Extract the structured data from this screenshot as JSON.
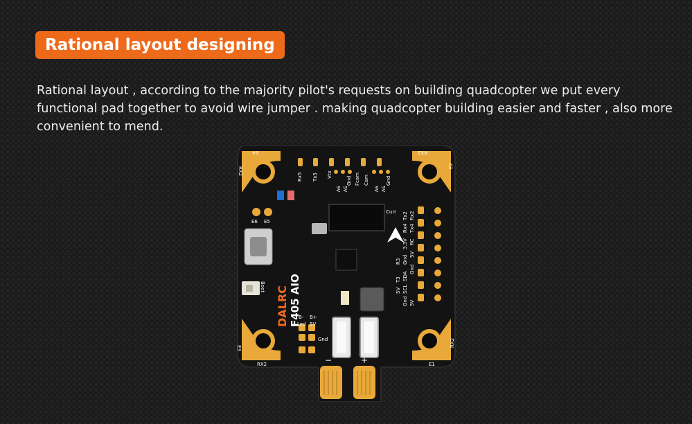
{
  "header": {
    "title": "Rational layout designing"
  },
  "description": "Rational layout , according to the majority pilot's requests on building quadcopter we put every functional pad together to avoid wire jumper . making quadcopter building easier and faster , also more convenient to mend.",
  "board": {
    "brand": "DALRC",
    "model": "F405 AIO",
    "pad_labels": {
      "top": [
        "Rx5",
        "Tx5",
        "Vtx",
        "9V",
        "5V",
        "Gnd",
        "Fcam",
        "Cam",
        "9V",
        "5V",
        "Gnd"
      ],
      "right": [
        "Rx2",
        "Tx4",
        "Tx2",
        "Rx4",
        "RC",
        "3.3V",
        "Gnd",
        "R3",
        "5V",
        "T3",
        "SDA",
        "Gnd",
        "5V",
        "SCL",
        "Gnd",
        "5V"
      ],
      "corners": [
        "E4",
        "RX2",
        "RX2",
        "E2",
        "E3",
        "RX2",
        "RX2",
        "E1"
      ],
      "misc": [
        "E6",
        "E5",
        "Boot",
        "Curr",
        "B-",
        "Led",
        "B+",
        "5V",
        "Gnd",
        "−",
        "+"
      ]
    },
    "colors": {
      "pcb": "#131313",
      "pad": "#e9a93a",
      "silk": "#ffffff",
      "accent": "#ee6a1b"
    }
  }
}
